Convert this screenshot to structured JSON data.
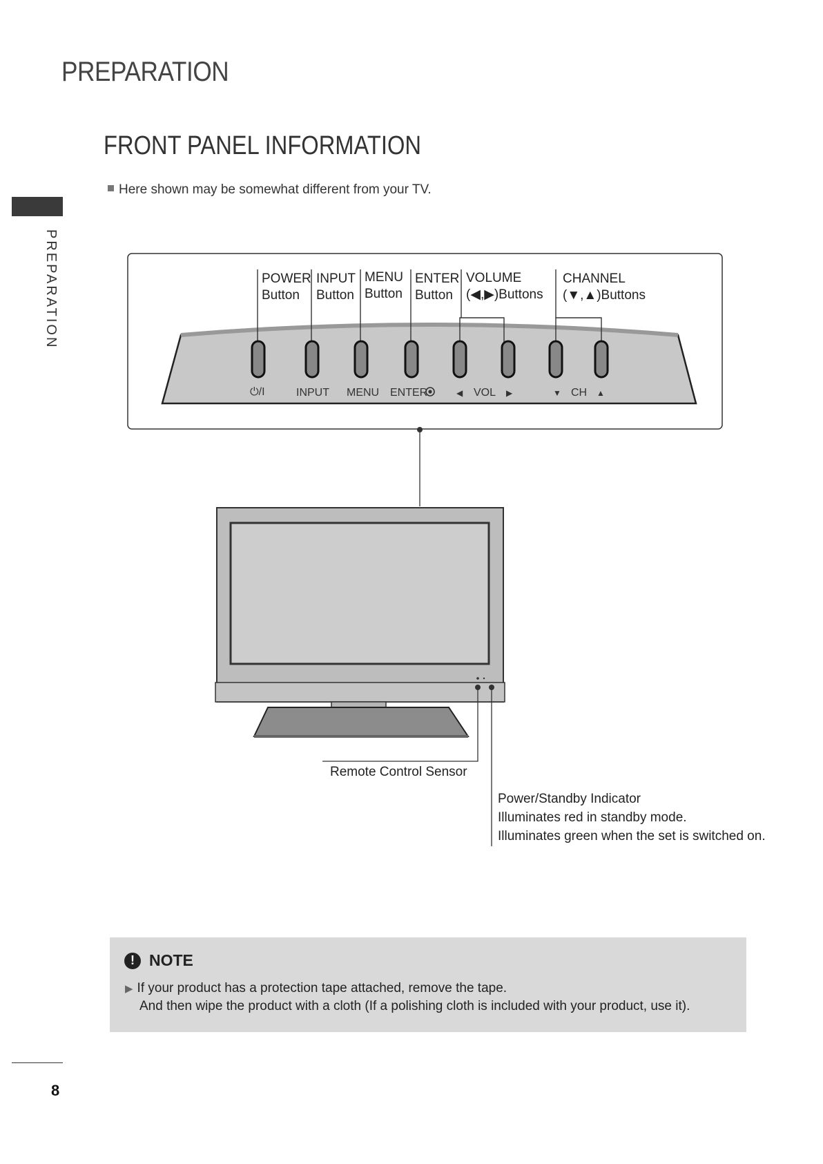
{
  "header": {
    "title": "PREPARATION"
  },
  "side_tab": {
    "label": "PREPARATION"
  },
  "section": {
    "title": "FRONT PANEL INFORMATION",
    "intro": "Here shown may be somewhat different from your TV."
  },
  "buttons": [
    {
      "line1": "POWER",
      "line2": "Button"
    },
    {
      "line1": "INPUT",
      "line2": "Button"
    },
    {
      "line1": "MENU",
      "line2": "Button"
    },
    {
      "line1": "ENTER",
      "line2": "Button"
    },
    {
      "line1": "VOLUME",
      "line2": "(◀,▶)Buttons"
    },
    {
      "line1": "CHANNEL",
      "line2": "(▼,▲)Buttons"
    }
  ],
  "panel_labels": {
    "power": "⏻/I",
    "input": "INPUT",
    "menu": "MENU",
    "enter": "ENTER",
    "vol_left": "◀",
    "vol": "VOL",
    "vol_right": "▶",
    "ch_down": "▼",
    "ch": "CH",
    "ch_up": "▲"
  },
  "callouts": {
    "remote_sensor": "Remote Control Sensor",
    "indicator_title": "Power/Standby Indicator",
    "indicator_line1": "Illuminates red in standby mode.",
    "indicator_line2": "Illuminates green when the set is switched on."
  },
  "note": {
    "heading": "NOTE",
    "line1": "If your product has a protection tape attached, remove the tape.",
    "line2": "And then wipe the product with a cloth (If a polishing cloth is included with your product, use it)."
  },
  "page_number": "8"
}
